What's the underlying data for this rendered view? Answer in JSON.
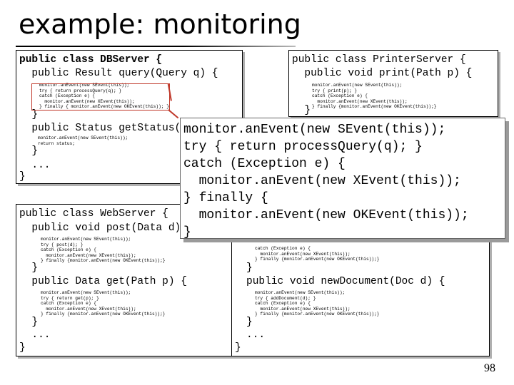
{
  "slide": {
    "title": "example: monitoring",
    "page_number": "98"
  },
  "db_server": {
    "class_decl": "public class DBServer {",
    "method1_decl": "  public Result query(Query q) {",
    "method1_body": "monitor.anEvent(new SEvent(this));\ntry { return processQuery(q); }\ncatch (Exception e) {\n  monitor.anEvent(new XEvent(this));\n} finally { monitor.anEvent(new OKEvent(this)); }",
    "method1_close": "  }",
    "method2_decl": "  public Status getStatus() {",
    "method2_body": "monitor.anEvent(new SEvent(this));\nreturn status;",
    "method2_close": "  }",
    "ellipsis": "  ...",
    "class_close": "}"
  },
  "printer_server": {
    "class_decl": "public class PrinterServer {",
    "method1_decl": "  public void print(Path p) {",
    "method1_body": "monitor.anEvent(new SEvent(this));\ntry { print(p); }\ncatch (Exception e) {\n  monitor.anEvent(new XEvent(this));\n} finally {monitor.anEvent(new OKEvent(this));}",
    "method1_close": "  }"
  },
  "web_server": {
    "class_decl": "public class WebServer {",
    "method1_decl": "  public void post(Data d) {",
    "method1_body": "monitor.anEvent(new SEvent(this));\ntry { post(d); }\ncatch (Exception e) {\n  monitor.anEvent(new XEvent(this));\n} finally {monitor.anEvent(new OKEvent(this));}",
    "method1_close": "  }",
    "method2_decl": "  public Data get(Path p) {",
    "method2_body": "monitor.anEvent(new SEvent(this));\ntry { return get(p); }\ncatch (Exception e) {\n  monitor.anEvent(new XEvent(this));\n} finally {monitor.anEvent(new OKEvent(this));}",
    "method2_close": "  }",
    "ellipsis": "  ...",
    "class_close": "}"
  },
  "doc_server": {
    "method1_body": "catch (Exception e) {\n  monitor.anEvent(new XEvent(this));\n} finally {monitor.anEvent(new OKEvent(this));}",
    "method1_close": "}",
    "method2_decl": "public void newDocument(Doc d) {",
    "method2_body": "monitor.anEvent(new SEvent(this));\ntry { addDocument(d); }\ncatch (Exception e) {\n  monitor.anEvent(new XEvent(this));\n} finally {monitor.anEvent(new OKEvent(this));}",
    "method2_close": "}",
    "ellipsis": "...",
    "class_close": "}"
  },
  "zoom_popup": {
    "code": "monitor.anEvent(new SEvent(this));\ntry { return processQuery(q); }\ncatch (Exception e) {\n  monitor.anEvent(new XEvent(this));\n} finally {\n  monitor.anEvent(new OKEvent(this));\n}"
  },
  "colors": {
    "highlight": "#c0392b",
    "shadow": "#b0b0b0"
  }
}
